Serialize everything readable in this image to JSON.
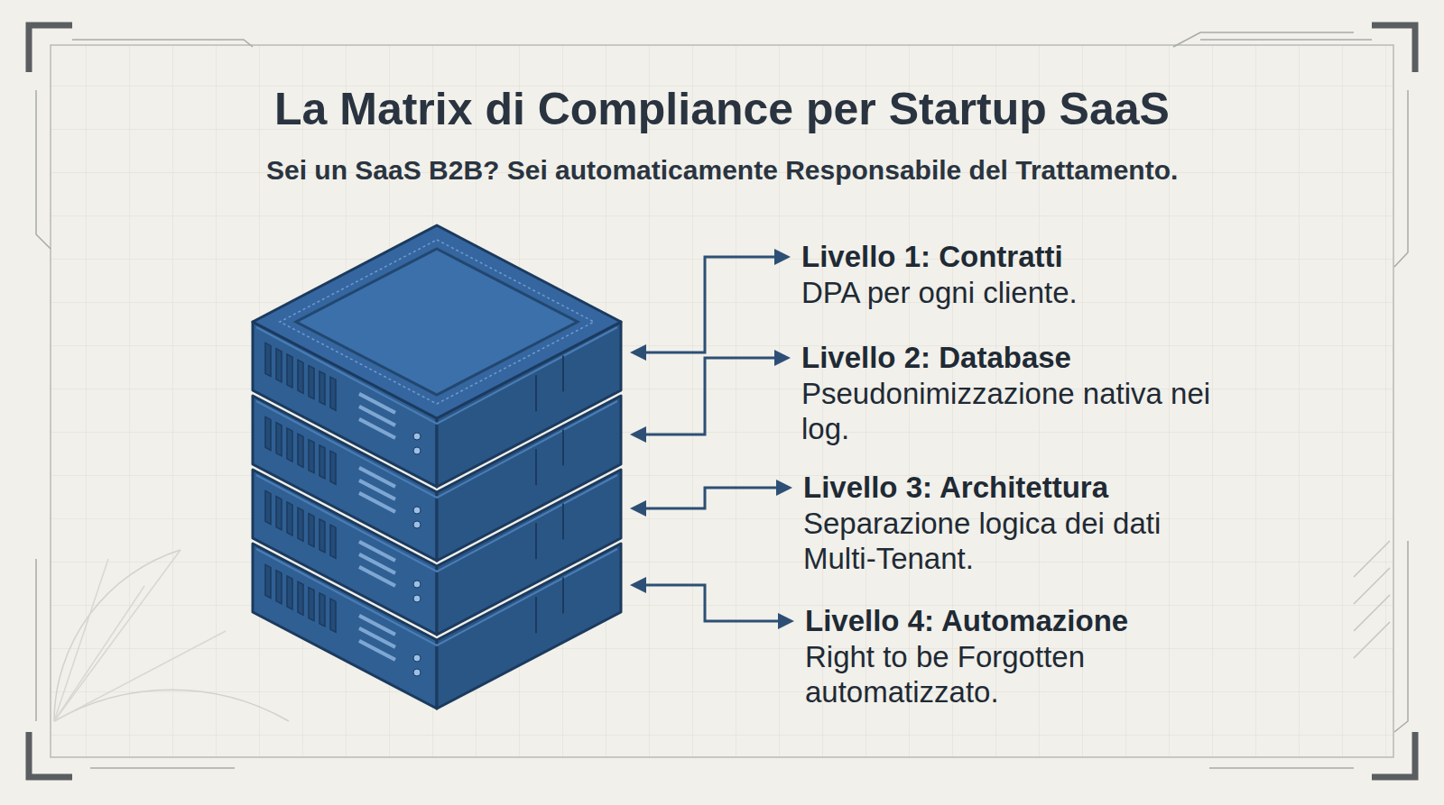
{
  "diagram": {
    "title": "La Matrix di Compliance per Startup SaaS",
    "labels": [
      "Sei un SaaS B2B? Sei automaticamente Responsabile del Trattamento.",
      "Livello 1: Contratti",
      "DPA per ogni cliente.",
      "Livello 2: Database",
      "Pseudonimizzazione nativa nei log.",
      "Livello 3: Architettura",
      "Separazione logica dei dati Multi-Tenant.",
      "Livello 4: Automazione",
      "Right to be Forgotten automatizzato."
    ]
  }
}
